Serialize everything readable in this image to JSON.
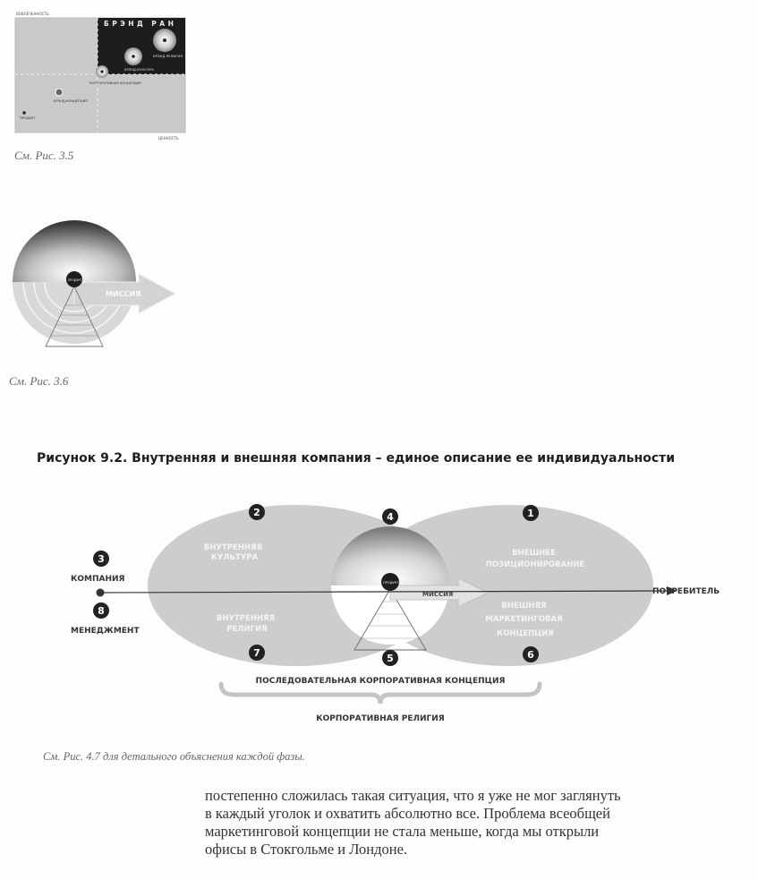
{
  "fig35": {
    "brand_ran": "БРЭНД РАН",
    "axis_y": "ВОВЛЕЧЕННОСТЬ",
    "axis_x": "ЦЕННОСТЬ",
    "labels": {
      "brand_religion": "БРЭНД-РЕЛИГИЯ",
      "brand_culture": "БРЭНД-КУЛЬТУРА",
      "corporate_concept": "КОРПОРАТИВНАЯ КОНЦЕПЦИЯ",
      "brand_concept": "БРЭНД-КОНЦЕПЦИЯ",
      "product": "ПРОДУКТ"
    },
    "caption": "См. Рис. 3.5"
  },
  "fig36": {
    "product": "ПРОДУКТ",
    "mission": "МИССИЯ",
    "caption": "См. Рис. 3.6"
  },
  "fig92": {
    "title": "Рисунок 9.2.  Внутренняя и внешняя компания – единое описание ее индивидуальности",
    "numbers": [
      "1",
      "2",
      "3",
      "4",
      "5",
      "6",
      "7",
      "8"
    ],
    "internal_culture": [
      "ВНУТРЕННЯЯ",
      "КУЛЬТУРА"
    ],
    "external_positioning": [
      "ВНЕШНЕЕ",
      "ПОЗИЦИОНИРОВАНИЕ"
    ],
    "internal_religion": [
      "ВНУТРЕННЯЯ",
      "РЕЛИГИЯ"
    ],
    "external_concept": [
      "ВНЕШНЯЯ",
      "МАРКЕТИНГОВАЯ",
      "КОНЦЕПЦИЯ"
    ],
    "company": "КОМПАНИЯ",
    "management": "МЕНЕДЖМЕНТ",
    "consumer": "ПОТРЕБИТЕЛЬ",
    "mission": "МИССИЯ",
    "product": "ПРОДУКТ",
    "consistent_concept": "ПОСЛЕДОВАТЕЛЬНАЯ КОРПОРАТИВНАЯ КОНЦЕПЦИЯ",
    "corporate_religion": "КОРПОРАТИВНАЯ РЕЛИГИЯ",
    "caption": "См. Рис. 4.7 для детального объяснения каждой фазы."
  },
  "body_lines": [
    "постепенно сложилась такая ситуация, что я уже не мог заглянуть",
    "в каждый уголок и охватить абсолютно все. Проблема всеобщей",
    "маркетинговой концепции не стала меньше, когда мы открыли",
    "офисы в Стокгольме и Лондоне."
  ]
}
